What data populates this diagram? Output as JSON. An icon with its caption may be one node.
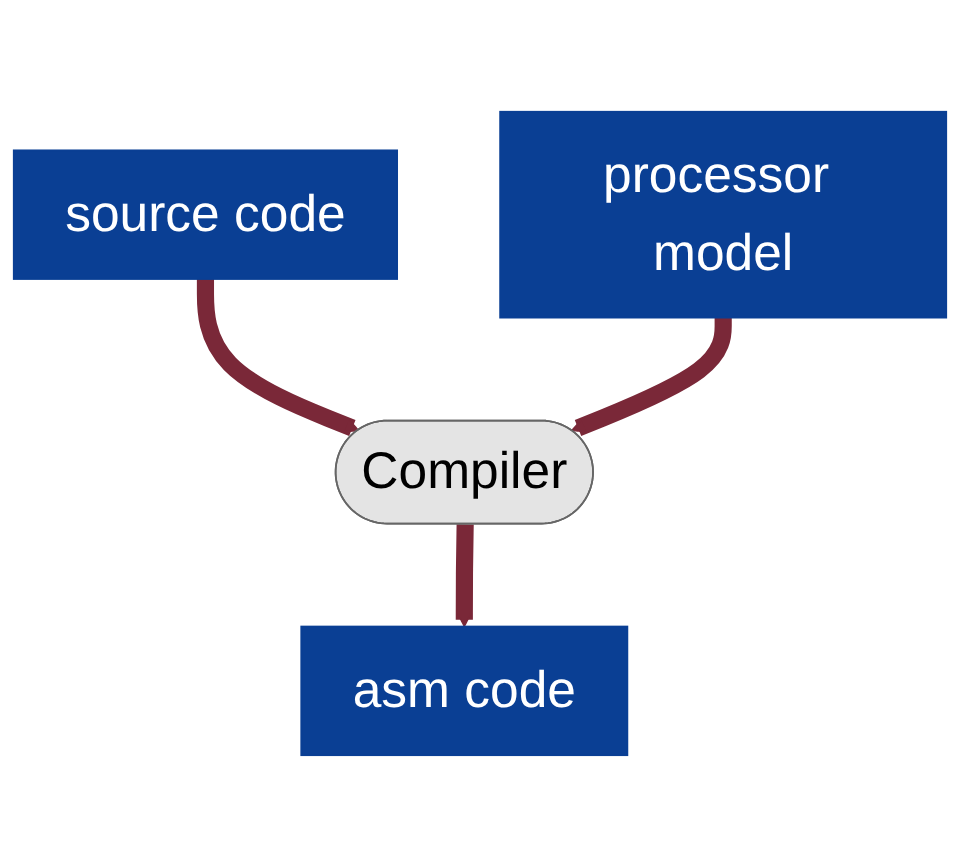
{
  "diagram": {
    "nodes": [
      {
        "text": [
          "source code"
        ]
      },
      {
        "text": [
          "processor model"
        ]
      },
      {
        "text": [
          "Compiler"
        ]
      },
      {
        "text": [
          "asm code"
        ]
      }
    ],
    "edges": [
      {
        "from": 0,
        "to": 2,
        "arrow": "to"
      },
      {
        "from": 1,
        "to": 2,
        "arrow": "to"
      },
      {
        "from": 2,
        "to": 3,
        "arrow": "to"
      }
    ]
  }
}
